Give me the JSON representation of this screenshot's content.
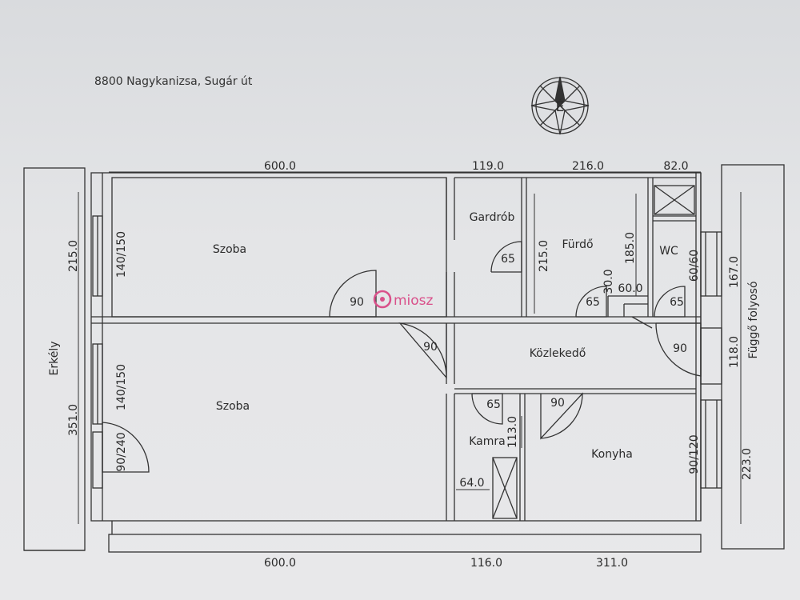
{
  "header": {
    "address": "8800 Nagykanizsa, Sugár út",
    "compass_letter": "É"
  },
  "watermark": "miosz",
  "rooms": {
    "room_top": "Szoba",
    "room_bottom": "Szoba",
    "wardrobe": "Gardrób",
    "bathroom": "Fürdő",
    "wc": "WC",
    "corridor": "Közlekedő",
    "pantry": "Kamra",
    "kitchen": "Konyha",
    "balcony": "Erkély",
    "gallery": "Függő folyosó"
  },
  "dimensions": {
    "top_600": "600.0",
    "top_119": "119.0",
    "top_216": "216.0",
    "top_82": "82.0",
    "bottom_600": "600.0",
    "bottom_116": "116.0",
    "bottom_311": "311.0",
    "left_215": "215.0",
    "left_351": "351.0",
    "right_167": "167.0",
    "right_118": "118.0",
    "right_223": "223.0",
    "bath_215": "215.0",
    "bath_185": "185.0",
    "bath_30": "30.0",
    "bath_60": "60.0",
    "pantry_113": "113.0",
    "pantry_64": "64.0"
  },
  "windows": {
    "top_room": "140/150",
    "bottom_room": "140/150",
    "balcony_door": "90/240",
    "wc": "60/60",
    "kitchen": "90/120"
  },
  "doors": {
    "room_top": "90",
    "wardrobe": "65",
    "bath": "65",
    "wc": "65",
    "corridor_left": "90",
    "corridor_right": "90",
    "pantry": "65",
    "kitchen": "90"
  }
}
